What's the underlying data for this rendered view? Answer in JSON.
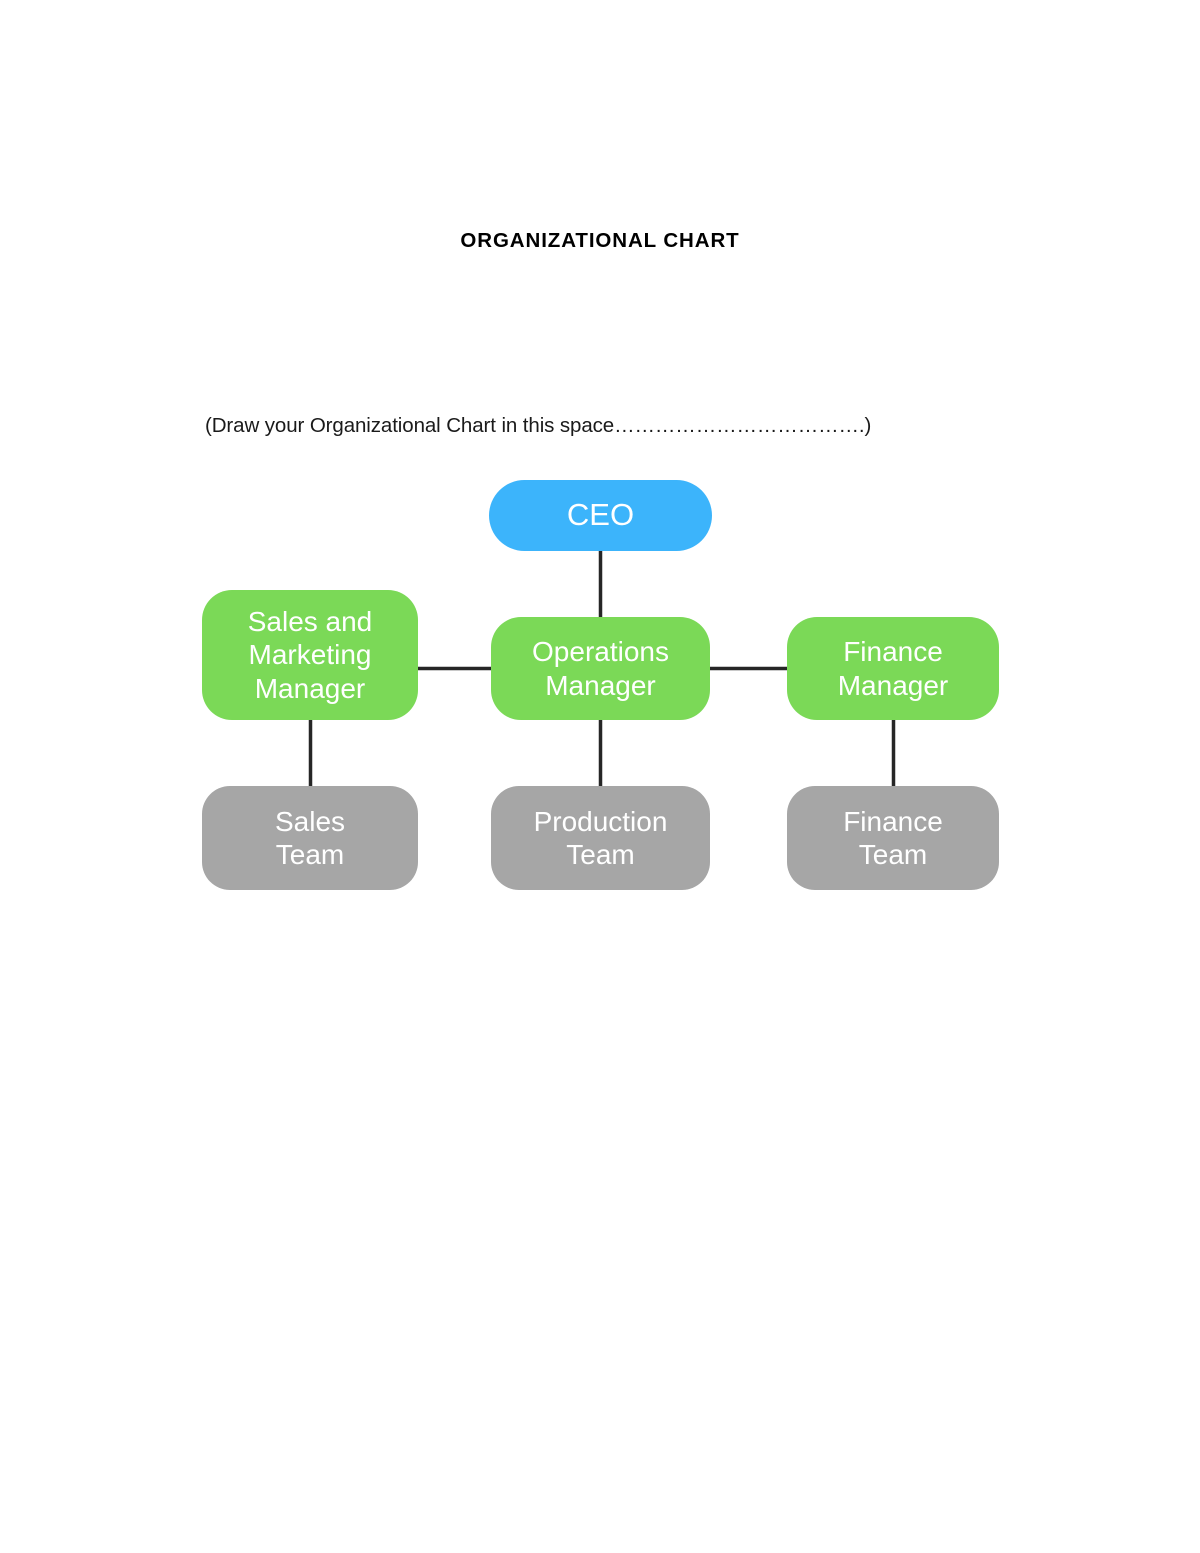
{
  "document": {
    "title": "ORGANIZATIONAL CHART",
    "instruction": "(Draw your Organizational Chart in this space……………………………….)"
  },
  "chart_data": {
    "type": "diagram",
    "title": "ORGANIZATIONAL CHART",
    "diagram_kind": "organizational-chart",
    "levels": 3,
    "colors": {
      "executive": "#3cb4fb",
      "manager": "#7bd957",
      "team": "#a6a6a6",
      "connector": "#262626",
      "node_text": "#ffffff",
      "page_background": "#ffffff",
      "document_text": "#000000"
    },
    "nodes": [
      {
        "id": "ceo",
        "label": "CEO",
        "level": 1,
        "role": "executive",
        "color": "#3cb4fb",
        "shape": "pill"
      },
      {
        "id": "sales-marketing-manager",
        "label": "Sales and\nMarketing\nManager",
        "level": 2,
        "role": "manager",
        "color": "#7bd957",
        "shape": "rounded-rect"
      },
      {
        "id": "operations-manager",
        "label": "Operations\nManager",
        "level": 2,
        "role": "manager",
        "color": "#7bd957",
        "shape": "rounded-rect"
      },
      {
        "id": "finance-manager",
        "label": "Finance\nManager",
        "level": 2,
        "role": "manager",
        "color": "#7bd957",
        "shape": "rounded-rect"
      },
      {
        "id": "sales-team",
        "label": "Sales\nTeam",
        "level": 3,
        "role": "team",
        "color": "#a6a6a6",
        "shape": "rounded-rect"
      },
      {
        "id": "production-team",
        "label": "Production\nTeam",
        "level": 3,
        "role": "team",
        "color": "#a6a6a6",
        "shape": "rounded-rect"
      },
      {
        "id": "finance-team",
        "label": "Finance\nTeam",
        "level": 3,
        "role": "team",
        "color": "#a6a6a6",
        "shape": "rounded-rect"
      }
    ],
    "edges": [
      {
        "from": "ceo",
        "to": "operations-manager",
        "orientation": "vertical"
      },
      {
        "from": "operations-manager",
        "to": "sales-marketing-manager",
        "orientation": "horizontal"
      },
      {
        "from": "operations-manager",
        "to": "finance-manager",
        "orientation": "horizontal"
      },
      {
        "from": "sales-marketing-manager",
        "to": "sales-team",
        "orientation": "vertical"
      },
      {
        "from": "operations-manager",
        "to": "production-team",
        "orientation": "vertical"
      },
      {
        "from": "finance-manager",
        "to": "finance-team",
        "orientation": "vertical"
      }
    ]
  }
}
